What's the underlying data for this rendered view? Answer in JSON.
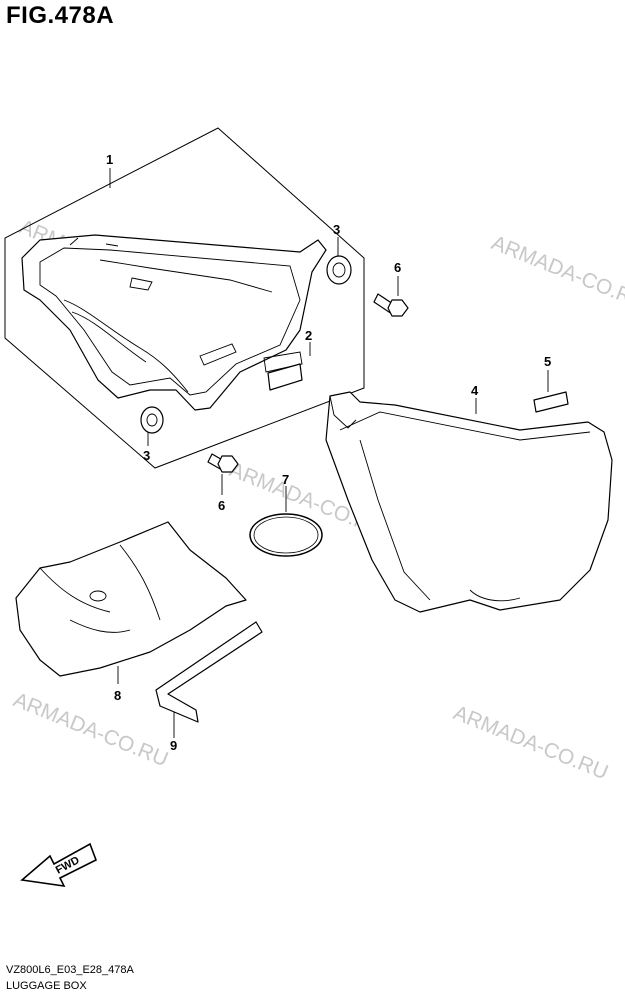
{
  "figure": {
    "title": "FIG.478A"
  },
  "callouts": [
    "1",
    "2",
    "3",
    "3",
    "4",
    "5",
    "6",
    "6",
    "7",
    "8",
    "9"
  ],
  "watermark": {
    "text": "ARMADA-CO.RU"
  },
  "fwd_label": "FWD",
  "footer": {
    "code": "VZ800L6_E03_E28_478A",
    "name": "LUGGAGE BOX"
  }
}
